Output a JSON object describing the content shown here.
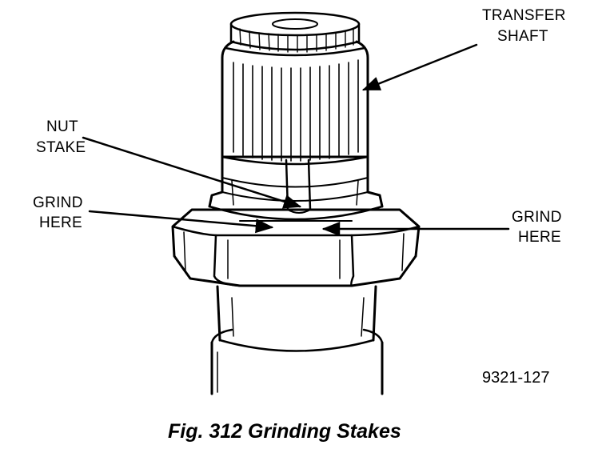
{
  "labels": {
    "transfer_shaft_line1": "TRANSFER",
    "transfer_shaft_line2": "SHAFT",
    "nut_stake_line1": "NUT",
    "nut_stake_line2": "STAKE",
    "grind_here_left_line1": "GRIND",
    "grind_here_left_line2": "HERE",
    "grind_here_right_line1": "GRIND",
    "grind_here_right_line2": "HERE"
  },
  "figure_code": "9321-127",
  "caption": "Fig. 312 Grinding Stakes"
}
